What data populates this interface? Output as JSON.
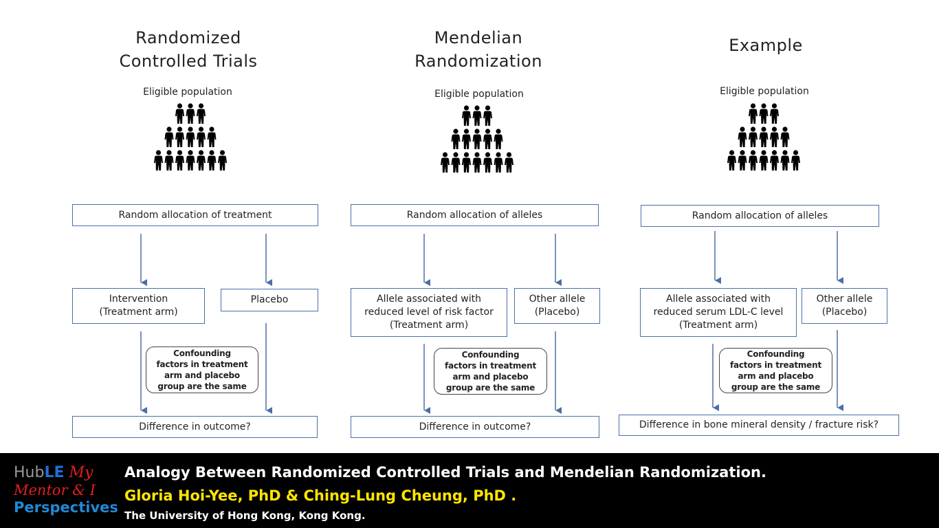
{
  "columns": [
    {
      "title": "Randomized\nControlled Trials",
      "population_label": "Eligible population",
      "allocation": "Random allocation of treatment",
      "treatment_arm": "Intervention\n(Treatment arm)",
      "placebo_arm": "Placebo",
      "confounding": "Confounding\nfactors in treatment\narm and placebo\ngroup are the same",
      "outcome": "Difference in outcome?"
    },
    {
      "title": "Mendelian\nRandomization",
      "population_label": "Eligible population",
      "allocation": "Random allocation of alleles",
      "treatment_arm": "Allele associated with\nreduced level of risk factor\n(Treatment arm)",
      "placebo_arm": "Other allele\n(Placebo)",
      "confounding": "Confounding\nfactors in treatment\narm and placebo\ngroup are the same",
      "outcome": "Difference in outcome?"
    },
    {
      "title": "Example",
      "population_label": "Eligible population",
      "allocation": "Random allocation of alleles",
      "treatment_arm": "Allele associated with\nreduced serum LDL-C level\n(Treatment arm)",
      "placebo_arm": "Other allele\n(Placebo)",
      "confounding": "Confounding\nfactors in treatment\narm and placebo\ngroup are the same",
      "outcome": "Difference in bone mineral density  / fracture risk?"
    }
  ],
  "colors": {
    "box_border": "#4a6fa5",
    "arrow": "#4a6fa5",
    "footer_bg": "#000000",
    "caption_title": "#ffffff",
    "caption_authors": "#ffe600"
  },
  "footer": {
    "logo": {
      "hub": "Hub",
      "le": "LE",
      "my": "My",
      "mentor": "Mentor & I",
      "perspectives": "Perspectives"
    },
    "title": "Analogy Between Randomized Controlled Trials and Mendelian Randomization.",
    "authors": "Gloria Hoi-Yee, PhD & Ching-Lung Cheung, PhD .",
    "affiliation": "The University of Hong Kong, Kong Kong."
  }
}
